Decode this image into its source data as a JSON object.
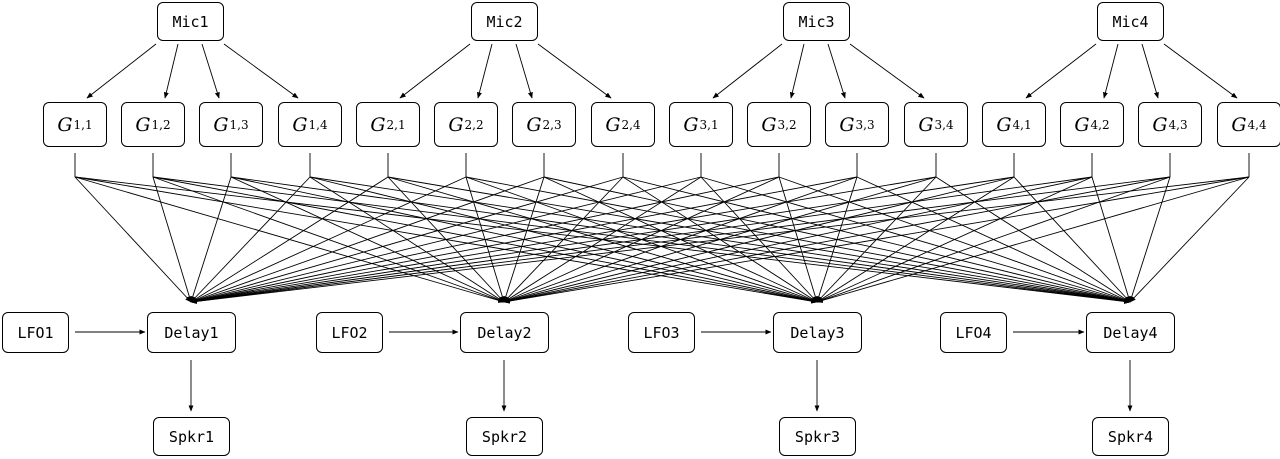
{
  "diagram": {
    "mics": [
      "Mic1",
      "Mic2",
      "Mic3",
      "Mic4"
    ],
    "gains": [
      {
        "symbol": "G",
        "subscript": "1,1"
      },
      {
        "symbol": "G",
        "subscript": "1,2"
      },
      {
        "symbol": "G",
        "subscript": "1,3"
      },
      {
        "symbol": "G",
        "subscript": "1,4"
      },
      {
        "symbol": "G",
        "subscript": "2,1"
      },
      {
        "symbol": "G",
        "subscript": "2,2"
      },
      {
        "symbol": "G",
        "subscript": "2,3"
      },
      {
        "symbol": "G",
        "subscript": "2,4"
      },
      {
        "symbol": "G",
        "subscript": "3,1"
      },
      {
        "symbol": "G",
        "subscript": "3,2"
      },
      {
        "symbol": "G",
        "subscript": "3,3"
      },
      {
        "symbol": "G",
        "subscript": "3,4"
      },
      {
        "symbol": "G",
        "subscript": "4,1"
      },
      {
        "symbol": "G",
        "subscript": "4,2"
      },
      {
        "symbol": "G",
        "subscript": "4,3"
      },
      {
        "symbol": "G",
        "subscript": "4,4"
      }
    ],
    "lfos": [
      "LFO1",
      "LFO2",
      "LFO3",
      "LFO4"
    ],
    "delays": [
      "Delay1",
      "Delay2",
      "Delay3",
      "Delay4"
    ],
    "speakers": [
      "Spkr1",
      "Spkr2",
      "Spkr3",
      "Spkr4"
    ],
    "line_color": "#000000"
  }
}
